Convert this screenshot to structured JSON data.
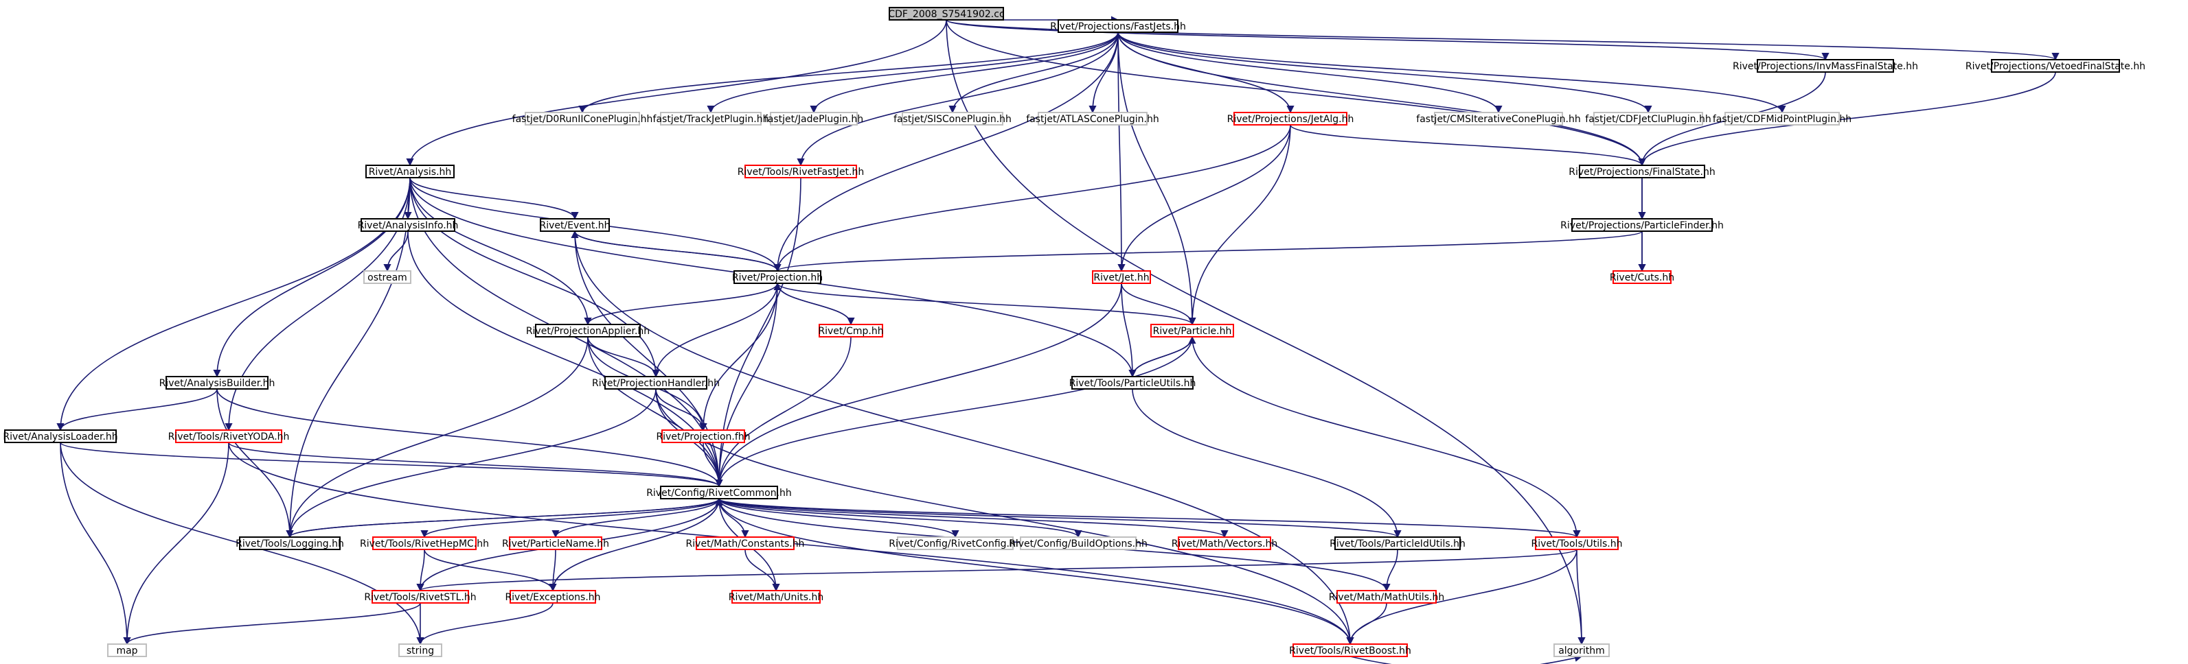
{
  "colors": {
    "edge": "#191970",
    "text": "#000000",
    "box_black": "#000000",
    "box_red": "#ff0000",
    "box_gray": "#bfbfbf",
    "fill_root": "#bfbfbf",
    "fill_default": "#ffffff"
  },
  "nodes": [
    {
      "id": "root",
      "label": "CDF_2008_S7541902.cc",
      "style": "root"
    },
    {
      "id": "fastjets",
      "label": "Rivet/Projections/FastJets.hh",
      "style": "black"
    },
    {
      "id": "invmass",
      "label": "Rivet/Projections/InvMassFinalState.hh",
      "style": "black"
    },
    {
      "id": "vetoed",
      "label": "Rivet/Projections/VetoedFinalState.hh",
      "style": "black"
    },
    {
      "id": "d0run",
      "label": "fastjet/D0RunIIConePlugin.hh",
      "style": "gray"
    },
    {
      "id": "trackjet",
      "label": "fastjet/TrackJetPlugin.hh",
      "style": "gray"
    },
    {
      "id": "jade",
      "label": "fastjet/JadePlugin.hh",
      "style": "gray"
    },
    {
      "id": "siscone",
      "label": "fastjet/SISConePlugin.hh",
      "style": "gray"
    },
    {
      "id": "atlascone",
      "label": "fastjet/ATLASConePlugin.hh",
      "style": "gray"
    },
    {
      "id": "jetalg",
      "label": "Rivet/Projections/JetAlg.hh",
      "style": "red"
    },
    {
      "id": "cmsiter",
      "label": "fastjet/CMSIterativeConePlugin.hh",
      "style": "gray"
    },
    {
      "id": "cdfjetclu",
      "label": "fastjet/CDFJetCluPlugin.hh",
      "style": "gray"
    },
    {
      "id": "cdfmid",
      "label": "fastjet/CDFMidPointPlugin.hh",
      "style": "gray"
    },
    {
      "id": "rivetfastjet",
      "label": "Rivet/Tools/RivetFastJet.hh",
      "style": "red"
    },
    {
      "id": "finalstate",
      "label": "Rivet/Projections/FinalState.hh",
      "style": "black"
    },
    {
      "id": "analysis",
      "label": "Rivet/Analysis.hh",
      "style": "black"
    },
    {
      "id": "analysisinfo",
      "label": "Rivet/AnalysisInfo.hh",
      "style": "black"
    },
    {
      "id": "event",
      "label": "Rivet/Event.hh",
      "style": "black"
    },
    {
      "id": "particlefinder",
      "label": "Rivet/Projections/ParticleFinder.hh",
      "style": "black"
    },
    {
      "id": "ostream",
      "label": "ostream",
      "style": "gray"
    },
    {
      "id": "projection",
      "label": "Rivet/Projection.hh",
      "style": "black"
    },
    {
      "id": "jet",
      "label": "Rivet/Jet.hh",
      "style": "red"
    },
    {
      "id": "cuts",
      "label": "Rivet/Cuts.hh",
      "style": "red"
    },
    {
      "id": "cmp",
      "label": "Rivet/Cmp.hh",
      "style": "red"
    },
    {
      "id": "particle",
      "label": "Rivet/Particle.hh",
      "style": "red"
    },
    {
      "id": "projapplier",
      "label": "Rivet/ProjectionApplier.hh",
      "style": "black"
    },
    {
      "id": "analysisbuilder",
      "label": "Rivet/AnalysisBuilder.hh",
      "style": "black"
    },
    {
      "id": "projhandler",
      "label": "Rivet/ProjectionHandler.hh",
      "style": "black"
    },
    {
      "id": "particleutils",
      "label": "Rivet/Tools/ParticleUtils.hh",
      "style": "black"
    },
    {
      "id": "analysisloader",
      "label": "Rivet/AnalysisLoader.hh",
      "style": "black"
    },
    {
      "id": "rivetyoda",
      "label": "Rivet/Tools/RivetYODA.hh",
      "style": "red"
    },
    {
      "id": "projfhh",
      "label": "Rivet/Projection.fhh",
      "style": "red"
    },
    {
      "id": "rivetcommon",
      "label": "Rivet/Config/RivetCommon.hh",
      "style": "black"
    },
    {
      "id": "logging",
      "label": "Rivet/Tools/Logging.hh",
      "style": "black"
    },
    {
      "id": "rivethepmc",
      "label": "Rivet/Tools/RivetHepMC.hh",
      "style": "red"
    },
    {
      "id": "particlename",
      "label": "Rivet/ParticleName.hh",
      "style": "red"
    },
    {
      "id": "constants",
      "label": "Rivet/Math/Constants.hh",
      "style": "red"
    },
    {
      "id": "rivetconfig",
      "label": "Rivet/Config/RivetConfig.hh",
      "style": "gray"
    },
    {
      "id": "buildoptions",
      "label": "Rivet/Config/BuildOptions.hh",
      "style": "gray"
    },
    {
      "id": "vectors",
      "label": "Rivet/Math/Vectors.hh",
      "style": "red"
    },
    {
      "id": "particleidutils",
      "label": "Rivet/Tools/ParticleIdUtils.hh",
      "style": "black"
    },
    {
      "id": "toolsutils",
      "label": "Rivet/Tools/Utils.hh",
      "style": "red"
    },
    {
      "id": "rivetstl",
      "label": "Rivet/Tools/RivetSTL.hh",
      "style": "red"
    },
    {
      "id": "exceptions",
      "label": "Rivet/Exceptions.hh",
      "style": "red"
    },
    {
      "id": "units",
      "label": "Rivet/Math/Units.hh",
      "style": "red"
    },
    {
      "id": "mathutils",
      "label": "Rivet/Math/MathUtils.hh",
      "style": "red"
    },
    {
      "id": "map",
      "label": "map",
      "style": "gray"
    },
    {
      "id": "string",
      "label": "string",
      "style": "gray"
    },
    {
      "id": "rivetboost",
      "label": "Rivet/Tools/RivetBoost.hh",
      "style": "red"
    },
    {
      "id": "algorithm",
      "label": "algorithm",
      "style": "gray"
    }
  ],
  "edges": [
    [
      "root",
      "fastjets"
    ],
    [
      "root",
      "invmass"
    ],
    [
      "root",
      "vetoed"
    ],
    [
      "root",
      "analysis"
    ],
    [
      "root",
      "finalstate"
    ],
    [
      "root",
      "algorithm"
    ],
    [
      "fastjets",
      "d0run"
    ],
    [
      "fastjets",
      "trackjet"
    ],
    [
      "fastjets",
      "jade"
    ],
    [
      "fastjets",
      "siscone"
    ],
    [
      "fastjets",
      "atlascone"
    ],
    [
      "fastjets",
      "jetalg"
    ],
    [
      "fastjets",
      "cmsiter"
    ],
    [
      "fastjets",
      "cdfjetclu"
    ],
    [
      "fastjets",
      "cdfmid"
    ],
    [
      "fastjets",
      "rivetfastjet"
    ],
    [
      "fastjets",
      "finalstate"
    ],
    [
      "fastjets",
      "projection"
    ],
    [
      "fastjets",
      "jet"
    ],
    [
      "fastjets",
      "particle"
    ],
    [
      "invmass",
      "finalstate"
    ],
    [
      "vetoed",
      "finalstate"
    ],
    [
      "jetalg",
      "finalstate"
    ],
    [
      "jetalg",
      "projection"
    ],
    [
      "jetalg",
      "jet"
    ],
    [
      "jetalg",
      "particle"
    ],
    [
      "rivetfastjet",
      "rivetcommon"
    ],
    [
      "finalstate",
      "particlefinder"
    ],
    [
      "finalstate",
      "cuts"
    ],
    [
      "particlefinder",
      "projection"
    ],
    [
      "particlefinder",
      "cuts"
    ],
    [
      "analysis",
      "analysisinfo"
    ],
    [
      "analysis",
      "event"
    ],
    [
      "analysis",
      "projection"
    ],
    [
      "analysis",
      "projapplier"
    ],
    [
      "analysis",
      "analysisbuilder"
    ],
    [
      "analysis",
      "projhandler"
    ],
    [
      "analysis",
      "particleutils"
    ],
    [
      "analysis",
      "analysisloader"
    ],
    [
      "analysis",
      "rivetyoda"
    ],
    [
      "analysis",
      "rivetcommon"
    ],
    [
      "analysis",
      "logging"
    ],
    [
      "analysisinfo",
      "ostream"
    ],
    [
      "analysisinfo",
      "rivetcommon"
    ],
    [
      "event",
      "projection"
    ],
    [
      "event",
      "rivetcommon"
    ],
    [
      "event",
      "rivetboost"
    ],
    [
      "projection",
      "event"
    ],
    [
      "projection",
      "cmp"
    ],
    [
      "projection",
      "particle"
    ],
    [
      "projection",
      "projapplier"
    ],
    [
      "projection",
      "projhandler"
    ],
    [
      "projection",
      "projfhh"
    ],
    [
      "projection",
      "rivetcommon"
    ],
    [
      "cmp",
      "projection"
    ],
    [
      "cmp",
      "rivetcommon"
    ],
    [
      "jet",
      "particle"
    ],
    [
      "jet",
      "particleutils"
    ],
    [
      "jet",
      "rivetcommon"
    ],
    [
      "particle",
      "particleutils"
    ],
    [
      "particle",
      "rivetcommon"
    ],
    [
      "particle",
      "toolsutils"
    ],
    [
      "particleutils",
      "particle"
    ],
    [
      "particleutils",
      "particleidutils"
    ],
    [
      "projapplier",
      "projhandler"
    ],
    [
      "projapplier",
      "projfhh"
    ],
    [
      "projapplier",
      "rivetcommon"
    ],
    [
      "projapplier",
      "logging"
    ],
    [
      "analysisbuilder",
      "analysisloader"
    ],
    [
      "analysisbuilder",
      "rivetcommon"
    ],
    [
      "analysisbuilder",
      "logging"
    ],
    [
      "projhandler",
      "projfhh"
    ],
    [
      "projhandler",
      "rivetcommon"
    ],
    [
      "projhandler",
      "logging"
    ],
    [
      "projhandler",
      "rivetboost"
    ],
    [
      "projfhh",
      "rivetcommon"
    ],
    [
      "analysisloader",
      "rivetcommon"
    ],
    [
      "analysisloader",
      "map"
    ],
    [
      "analysisloader",
      "string"
    ],
    [
      "rivetyoda",
      "rivetcommon"
    ],
    [
      "rivetyoda",
      "map"
    ],
    [
      "rivetyoda",
      "rivetboost"
    ],
    [
      "rivetcommon",
      "logging"
    ],
    [
      "rivetcommon",
      "rivethepmc"
    ],
    [
      "rivetcommon",
      "particlename"
    ],
    [
      "rivetcommon",
      "constants"
    ],
    [
      "rivetcommon",
      "rivetconfig"
    ],
    [
      "rivetcommon",
      "buildoptions"
    ],
    [
      "rivetcommon",
      "vectors"
    ],
    [
      "rivetcommon",
      "particleidutils"
    ],
    [
      "rivetcommon",
      "toolsutils"
    ],
    [
      "rivetcommon",
      "rivetstl"
    ],
    [
      "rivetcommon",
      "exceptions"
    ],
    [
      "rivetcommon",
      "units"
    ],
    [
      "rivetcommon",
      "mathutils"
    ],
    [
      "rivetcommon",
      "rivetboost"
    ],
    [
      "logging",
      "rivetcommon"
    ],
    [
      "rivethepmc",
      "rivetstl"
    ],
    [
      "rivethepmc",
      "exceptions"
    ],
    [
      "particlename",
      "exceptions"
    ],
    [
      "constants",
      "units"
    ],
    [
      "particleidutils",
      "mathutils"
    ],
    [
      "toolsutils",
      "rivetstl"
    ],
    [
      "toolsutils",
      "algorithm"
    ],
    [
      "toolsutils",
      "rivetboost"
    ],
    [
      "rivetstl",
      "map"
    ],
    [
      "rivetstl",
      "string"
    ],
    [
      "exceptions",
      "string"
    ],
    [
      "mathutils",
      "rivetboost"
    ],
    [
      "rivetboost",
      "algorithm"
    ]
  ]
}
